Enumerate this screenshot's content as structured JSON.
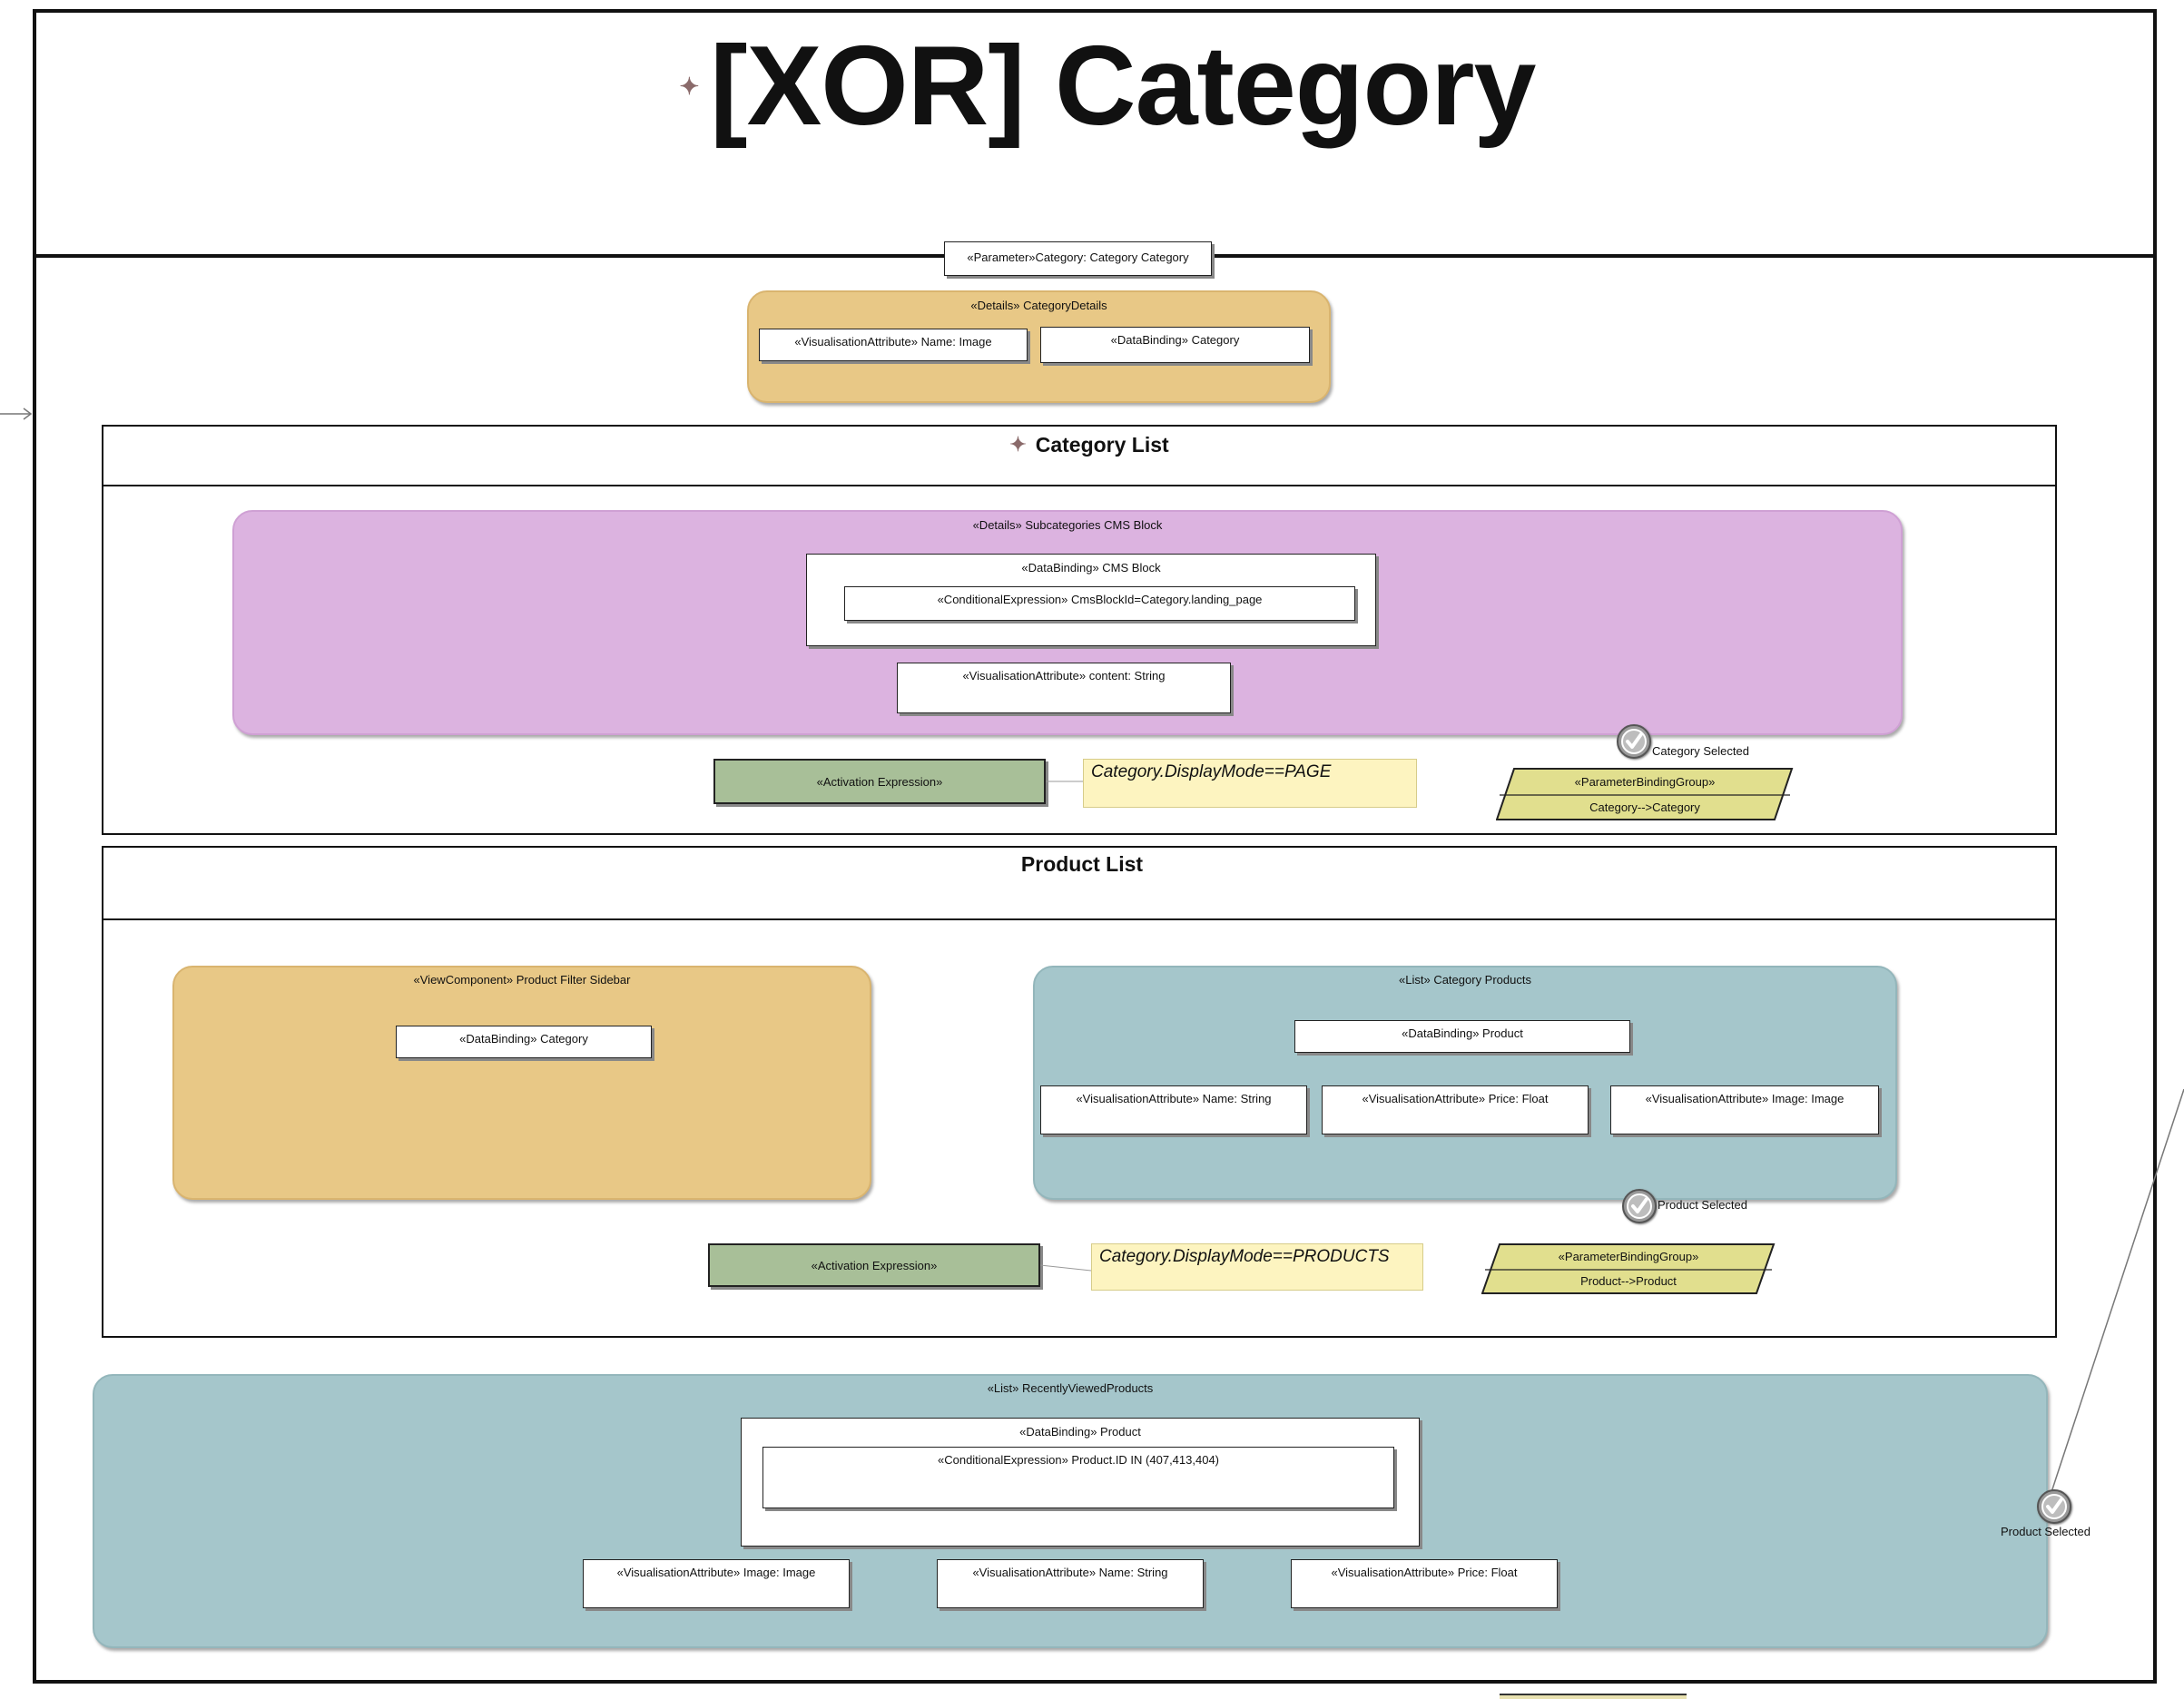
{
  "diagram_title": "[XOR] Category",
  "parameter": "«Parameter»Category: Category Category",
  "category_details": {
    "title": "«Details» CategoryDetails",
    "name_attr": "«VisualisationAttribute»  Name: Image",
    "binding": "«DataBinding»  Category"
  },
  "category_list": {
    "title": "Category List",
    "cms_block": {
      "title": "«Details» Subcategories CMS Block",
      "binding": "«DataBinding»  CMS Block",
      "condition": "«ConditionalExpression»  CmsBlockId=Category.landing_page",
      "content_attr": "«VisualisationAttribute»  content: String"
    },
    "activation": "«Activation Expression»",
    "expression": "Category.DisplayMode==PAGE",
    "event_label": "Category Selected",
    "pbg_stereo": "«ParameterBindingGroup»",
    "pbg_binding": "Category-->Category"
  },
  "product_list": {
    "title": "Product List",
    "filter_sidebar": {
      "title": "«ViewComponent» Product Filter Sidebar",
      "binding": "«DataBinding»  Category"
    },
    "category_products": {
      "title": "«List» Category Products",
      "binding": "«DataBinding»  Product",
      "name_attr": "«VisualisationAttribute»  Name: String",
      "price_attr": "«VisualisationAttribute»  Price: Float",
      "image_attr": "«VisualisationAttribute»  Image: Image"
    },
    "activation": "«Activation Expression»",
    "expression": "Category.DisplayMode==PRODUCTS",
    "event_label": "Product Selected",
    "pbg_stereo": "«ParameterBindingGroup»",
    "pbg_binding": "Product-->Product"
  },
  "recently_viewed": {
    "title": "«List» RecentlyViewedProducts",
    "binding": "«DataBinding»  Product",
    "condition": "«ConditionalExpression»  Product.ID IN (407,413,404)",
    "image_attr": "«VisualisationAttribute»  Image: Image",
    "name_attr": "«VisualisationAttribute»  Name: String",
    "price_attr": "«VisualisationAttribute»  Price: Float",
    "event_label": "Product Selected"
  },
  "colors": {
    "details_orange": "#e8c886",
    "cms_purple": "#dcb3e0",
    "list_teal": "#a5c6cb",
    "activation_green": "#a8bf98",
    "note_yellow": "#fdf4c0",
    "binding_group_yellow": "#e1df8e"
  }
}
